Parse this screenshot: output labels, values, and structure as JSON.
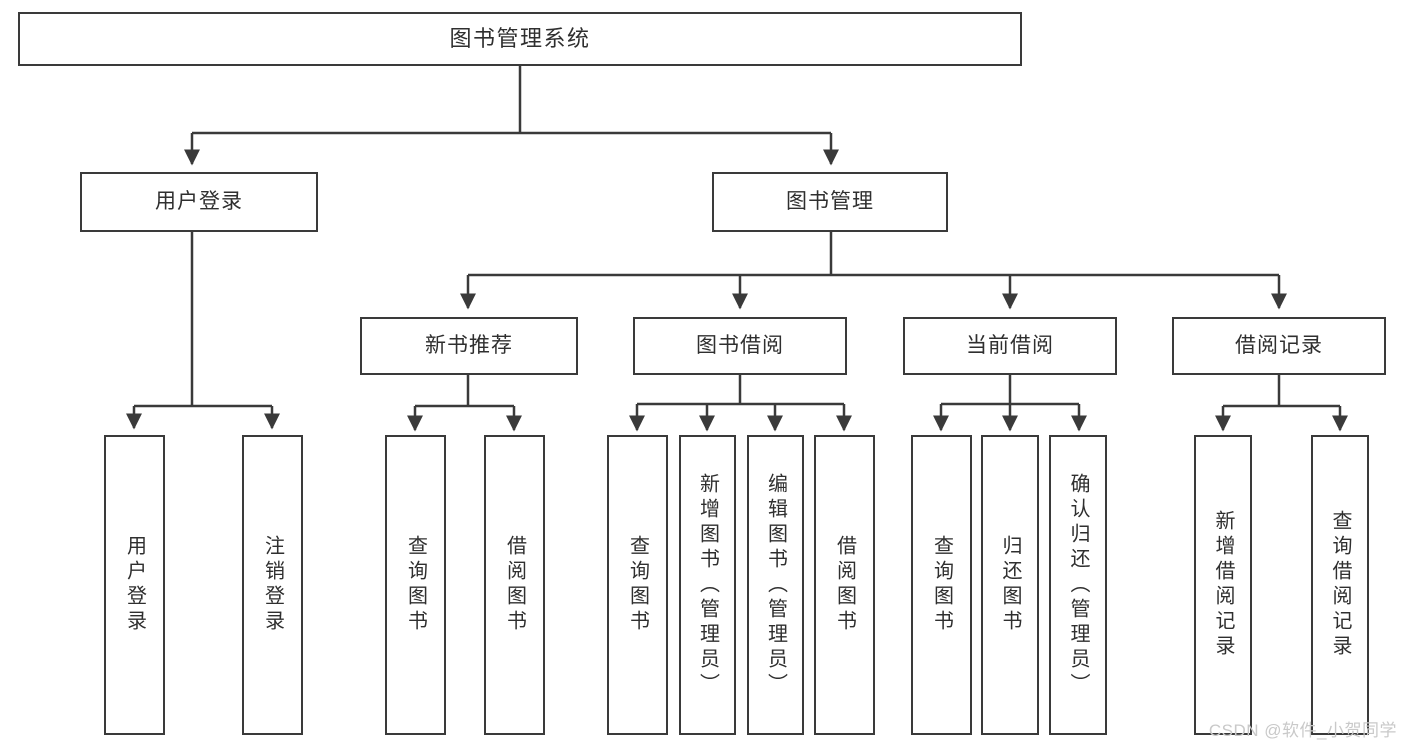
{
  "diagram": {
    "title": "图书管理系统",
    "watermark": "CSDN @软件_小贺同学",
    "line_color": "#3a3a3a",
    "box_fill": "#ffffff",
    "text_color": "#2f2f2f"
  },
  "nodes": {
    "root": {
      "label": "图书管理系统"
    },
    "level1": [
      {
        "label": "用户登录"
      },
      {
        "label": "图书管理"
      }
    ],
    "level2": [
      {
        "label": "新书推荐"
      },
      {
        "label": "图书借阅"
      },
      {
        "label": "当前借阅"
      },
      {
        "label": "借阅记录"
      }
    ],
    "leaves": {
      "user_login": [
        {
          "label": "用户登录"
        },
        {
          "label": "注销登录"
        }
      ],
      "new_book": [
        {
          "label": "查询图书"
        },
        {
          "label": "借阅图书"
        }
      ],
      "book_borrow": [
        {
          "label": "查询图书"
        },
        {
          "label": "新增图书（管理员）"
        },
        {
          "label": "编辑图书（管理员）"
        },
        {
          "label": "借阅图书"
        }
      ],
      "current_borrow": [
        {
          "label": "查询图书"
        },
        {
          "label": "归还图书"
        },
        {
          "label": "确认归还（管理员）"
        }
      ],
      "borrow_record": [
        {
          "label": "新增借阅记录"
        },
        {
          "label": "查询借阅记录"
        }
      ]
    }
  }
}
